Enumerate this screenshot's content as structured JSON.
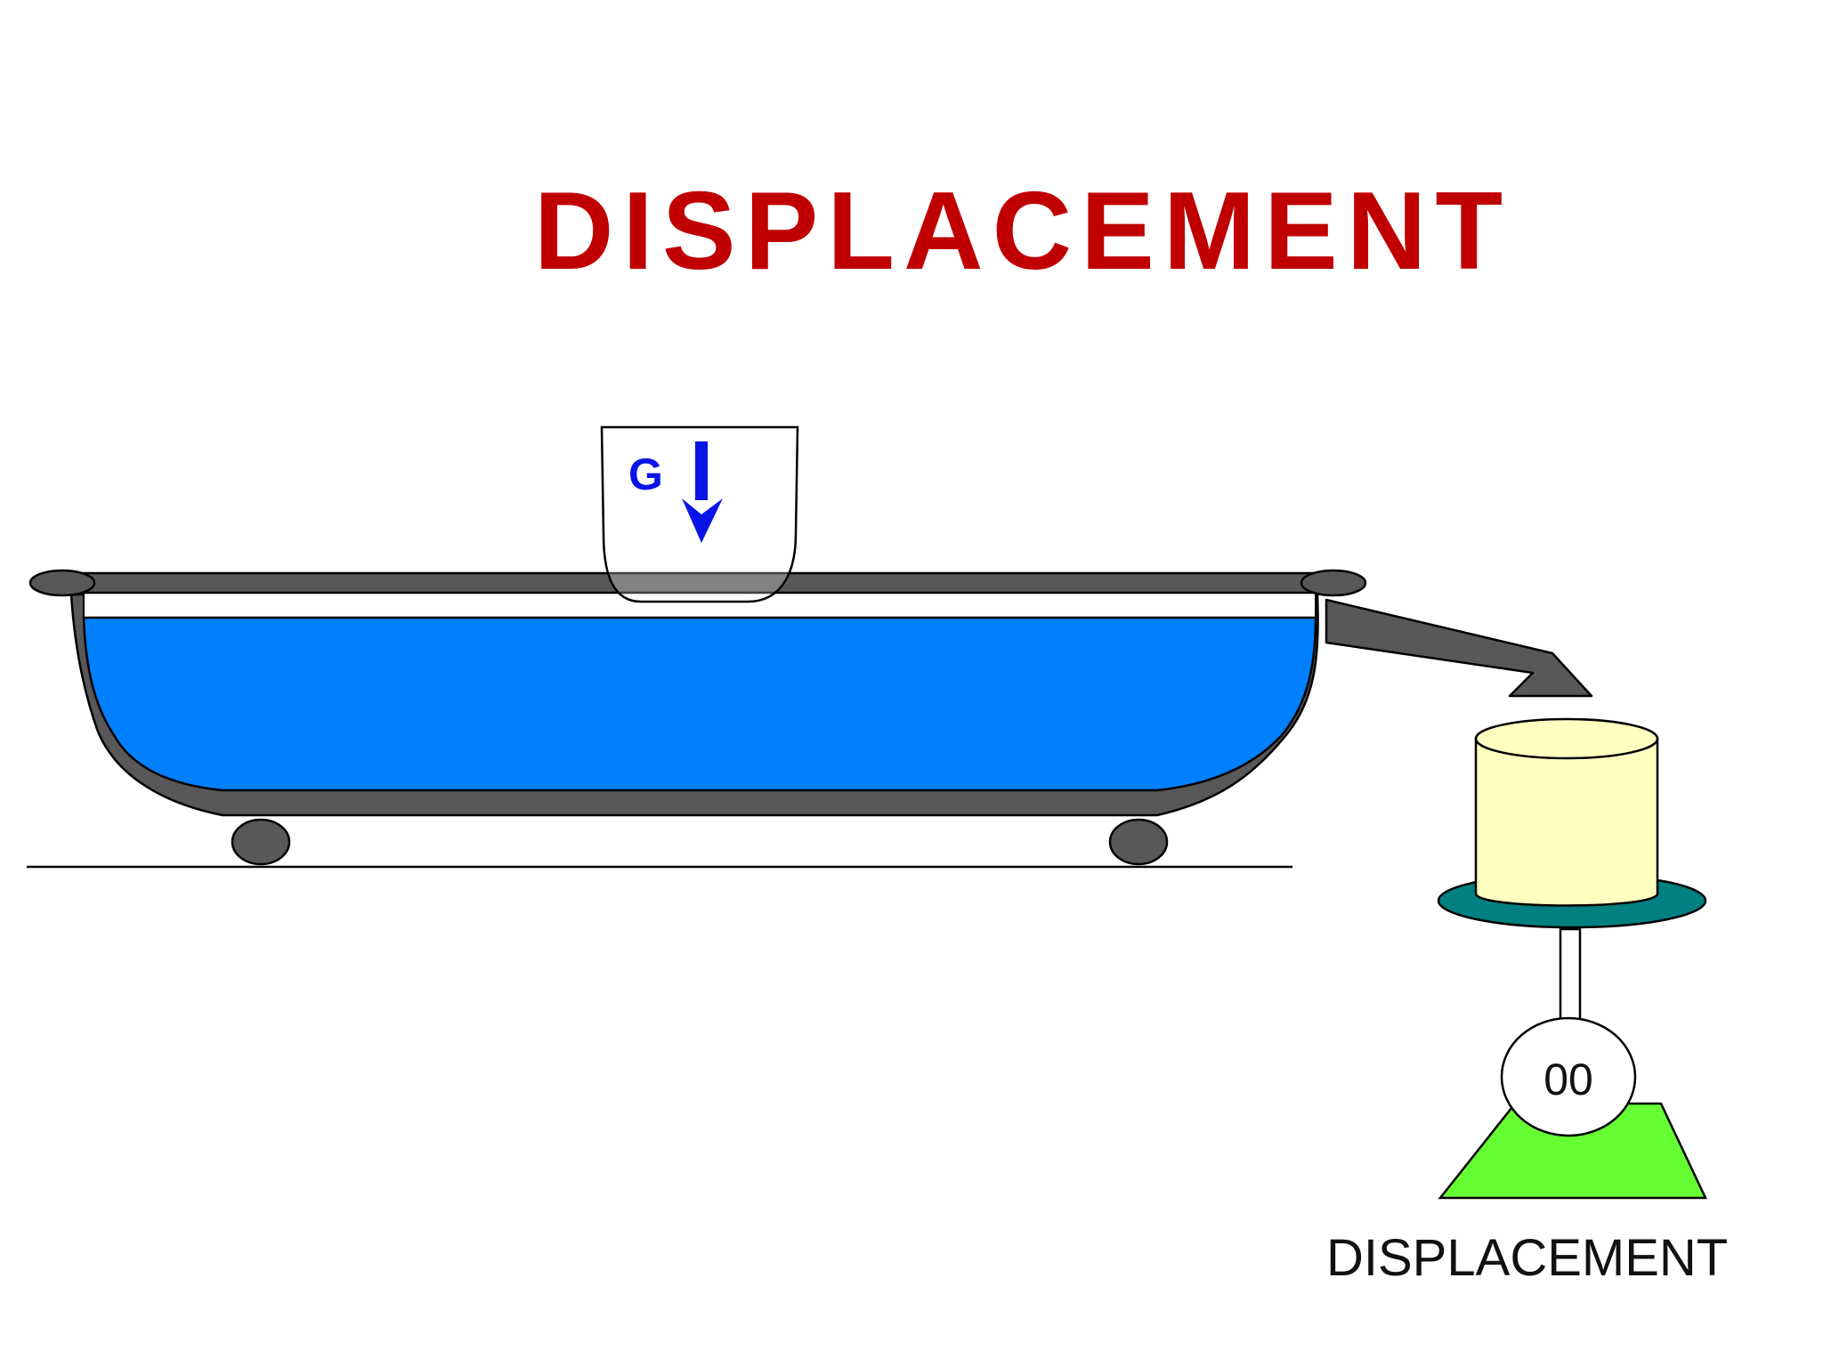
{
  "title": "DISPLACEMENT",
  "weight_label": "G",
  "scale_readout": "00",
  "scale_label": "DISPLACEMENT",
  "colors": {
    "title": "#c00000",
    "water": "#0080ff",
    "tub": "#58585a",
    "weight_arrow": "#0a14e6",
    "beaker": "#ffffc0",
    "scale_plate": "#008080",
    "scale_base": "#66ff33"
  }
}
